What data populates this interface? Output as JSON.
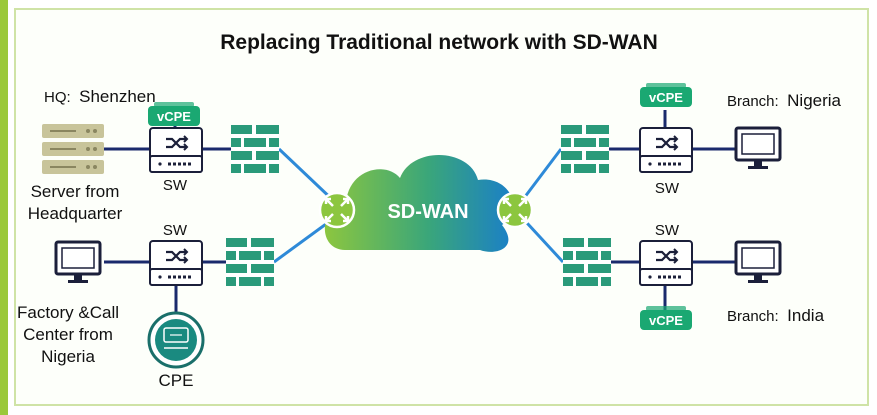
{
  "title": "Replacing Traditional network with SD-WAN",
  "cloud_label": "SD-WAN",
  "hq": {
    "prefix": "HQ:",
    "city": "Shenzhen"
  },
  "server_label": [
    "Server from",
    "Headquarter"
  ],
  "factory_label": [
    "Factory &Call",
    "Center from",
    "Nigeria"
  ],
  "cpe_label": "CPE",
  "sw_label": "SW",
  "vcpe_label": "vCPE",
  "branch_nigeria": {
    "prefix": "Branch:",
    "city": "Nigeria"
  },
  "branch_india": {
    "prefix": "Branch:",
    "city": "India"
  },
  "colors": {
    "accent_bar": "#9ac83a",
    "frame_border": "#cfe3a6",
    "link_dark": "#1a2a6c",
    "link_blue": "#2e8ad8",
    "firewall": "#2a9a7a",
    "vcpe": "#1aa872",
    "cloud_green": "#8cc63f",
    "cloud_blue": "#1a7fc8"
  },
  "icons": [
    "server-icon",
    "monitor-icon",
    "switch-icon",
    "firewall-icon",
    "router-icon",
    "cloud-icon",
    "cpe-device-icon",
    "vcpe-badge"
  ]
}
